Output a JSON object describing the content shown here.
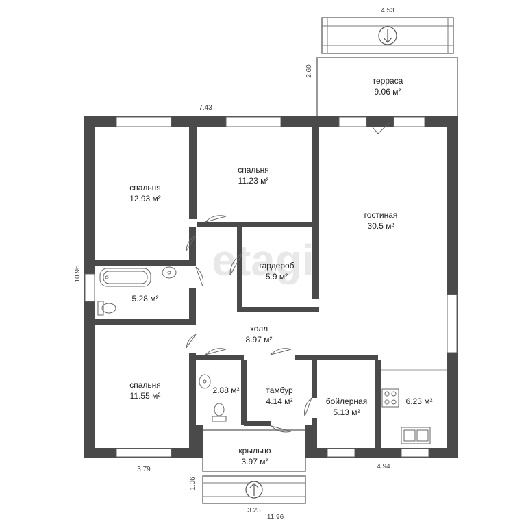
{
  "watermark": "etagi",
  "dimensions": {
    "terrace_width": "4.53",
    "terrace_depth": "2.60",
    "top_left_width": "7.43",
    "left_height": "10.96",
    "bottom_left_width": "3.79",
    "bottom_right_width": "4.94",
    "porch_depth": "1.06",
    "porch_width": "3.23",
    "total_width": "11.96"
  },
  "rooms": {
    "terrace": {
      "name": "терраса",
      "area": "9.06 м²"
    },
    "bedroom_nw": {
      "name": "спальня",
      "area": "12.93 м²"
    },
    "bedroom_n": {
      "name": "спальня",
      "area": "11.23 м²"
    },
    "living": {
      "name": "гостиная",
      "area": "30.5 м²"
    },
    "wardrobe": {
      "name": "гардероб",
      "area": "5.9 м²"
    },
    "bathroom": {
      "name": "",
      "area": "5.28 м²"
    },
    "hall": {
      "name": "холл",
      "area": "8.97 м²"
    },
    "bedroom_sw": {
      "name": "спальня",
      "area": "11.55 м²"
    },
    "wc": {
      "name": "",
      "area": "2.88 м²"
    },
    "vestibule": {
      "name": "тамбур",
      "area": "4.14 м²"
    },
    "boiler": {
      "name": "бойлерная",
      "area": "5.13 м²"
    },
    "kitchen": {
      "name": "",
      "area": "6.23 м²"
    },
    "porch": {
      "name": "крыльцо",
      "area": "3.97 м²"
    }
  },
  "colors": {
    "wall": "#4a4a4a",
    "thin_line": "#666666",
    "watermark": "#e6e6e6"
  }
}
